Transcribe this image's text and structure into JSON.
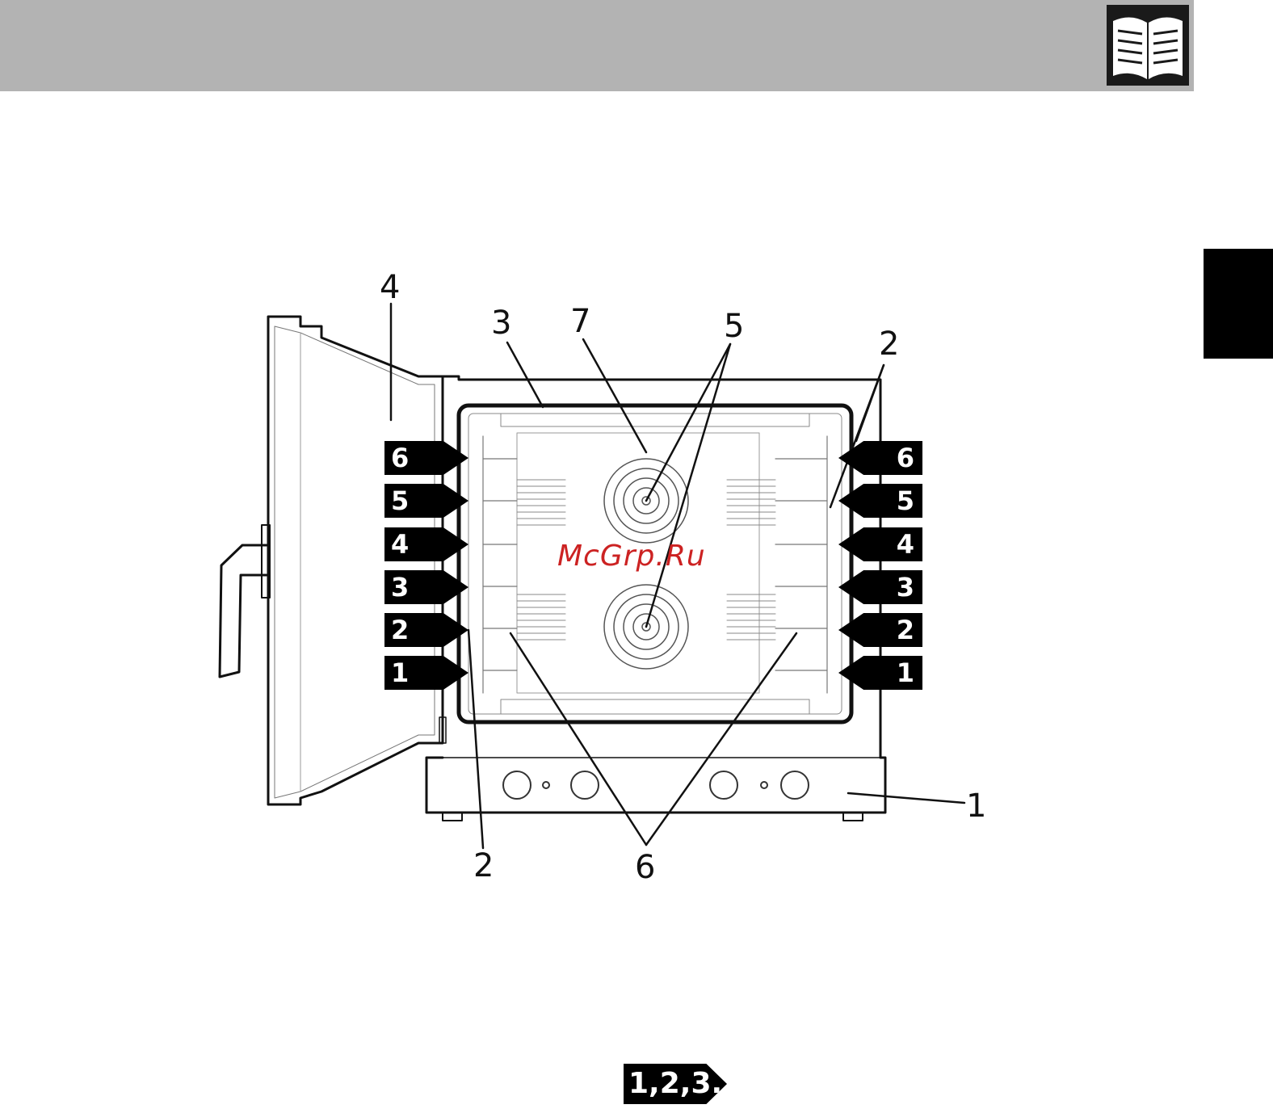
{
  "watermark": "McGrp.Ru",
  "callouts": {
    "c1": "1",
    "c2_top": "2",
    "c2_bottom": "2",
    "c3": "3",
    "c4": "4",
    "c5": "5",
    "c6": "6",
    "c7": "7"
  },
  "rack_levels_left": [
    "6",
    "5",
    "4",
    "3",
    "2",
    "1"
  ],
  "rack_levels_right": [
    "6",
    "5",
    "4",
    "3",
    "2",
    "1"
  ],
  "step_badge": "1,2,3..",
  "icons": {
    "header": "open-book-icon"
  }
}
